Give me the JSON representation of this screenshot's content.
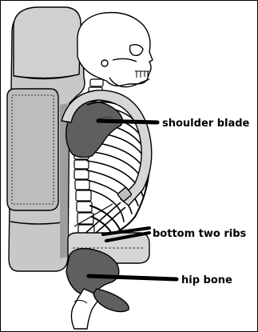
{
  "labels": {
    "shoulder_blade": "shoulder blade",
    "bottom_ribs": "bottom two ribs",
    "hip_bone": "hip bone"
  },
  "colors": {
    "line": "#000000",
    "pack": "#c8c8c8",
    "pack_shadow": "#9e9e9e",
    "bone_highlight": "#5f5f5f",
    "strap": "#d6d6d6"
  }
}
